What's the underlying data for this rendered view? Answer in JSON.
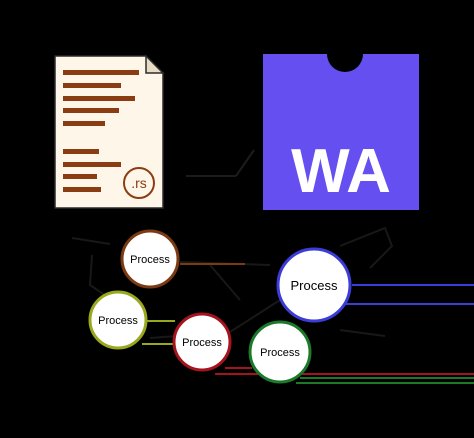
{
  "source_file": {
    "icon": "rust-source-file-icon",
    "badge_label": ".rs",
    "paper_color": "#fdf6e9",
    "line_color": "#8a3d12"
  },
  "wasm_module": {
    "icon": "webassembly-logo-icon",
    "label": "WA",
    "color": "#654ff0"
  },
  "processes": [
    {
      "label": "Process",
      "ring_color": "#7b3a12"
    },
    {
      "label": "Process",
      "ring_color": "#3c3cd8"
    },
    {
      "label": "Process",
      "ring_color": "#9aa81c"
    },
    {
      "label": "Process",
      "ring_color": "#a4141c"
    },
    {
      "label": "Process",
      "ring_color": "#1b7a2a"
    }
  ]
}
